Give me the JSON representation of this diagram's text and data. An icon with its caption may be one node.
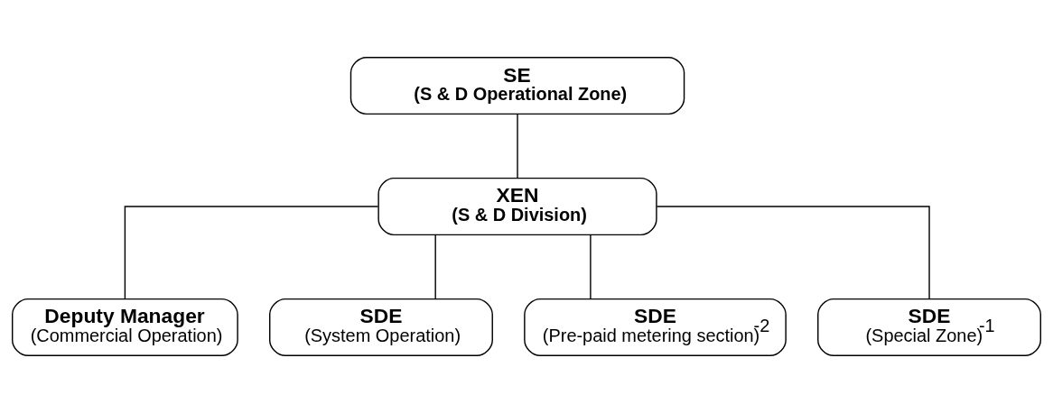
{
  "diagram": {
    "nodes": [
      {
        "text": [
          "SE",
          "(S & D Operational Zone)"
        ]
      },
      {
        "text": [
          "XEN",
          "(S & D Division)"
        ]
      },
      {
        "text": [
          "Deputy Manager",
          "(Commercial Operation)"
        ]
      },
      {
        "text": [
          "SDE",
          "(System Operation)"
        ]
      },
      {
        "text": [
          "SDE",
          "(Pre-paid metering section)$^{-2}$"
        ]
      },
      {
        "text": [
          "SDE",
          "(Special Zone)$^{-1}$"
        ]
      }
    ],
    "edges": [
      {
        "from": 0,
        "to": 1,
        "arrow": "none"
      },
      {
        "from": 1,
        "to": 2,
        "arrow": "none"
      },
      {
        "from": 1,
        "to": 3,
        "arrow": "none"
      },
      {
        "from": 1,
        "to": 4,
        "arrow": "none"
      },
      {
        "from": 1,
        "to": 5,
        "arrow": "none"
      }
    ]
  }
}
